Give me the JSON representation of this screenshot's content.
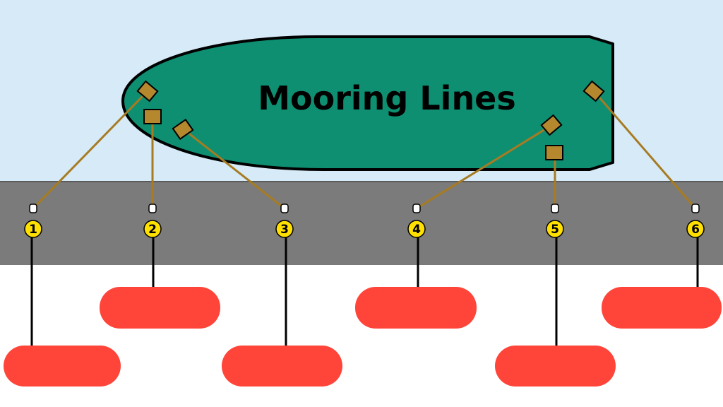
{
  "diagram": {
    "title": "Mooring Lines",
    "colors": {
      "water": "#d6eaf8",
      "quay": "#7b7b7b",
      "hull": "#0e8f72",
      "hull_outline": "#000000",
      "fairlead": "#b5882e",
      "line": "#a77b22",
      "bollard_marker": "#ffe000",
      "label_box": "#ff453a",
      "leader": "#000000"
    },
    "bollards": [
      {
        "number": "1"
      },
      {
        "number": "2"
      },
      {
        "number": "3"
      },
      {
        "number": "4"
      },
      {
        "number": "5"
      },
      {
        "number": "6"
      }
    ],
    "labels": [
      {
        "for": "1",
        "text": ""
      },
      {
        "for": "2",
        "text": ""
      },
      {
        "for": "3",
        "text": ""
      },
      {
        "for": "4",
        "text": ""
      },
      {
        "for": "5",
        "text": ""
      },
      {
        "for": "6",
        "text": ""
      }
    ]
  }
}
